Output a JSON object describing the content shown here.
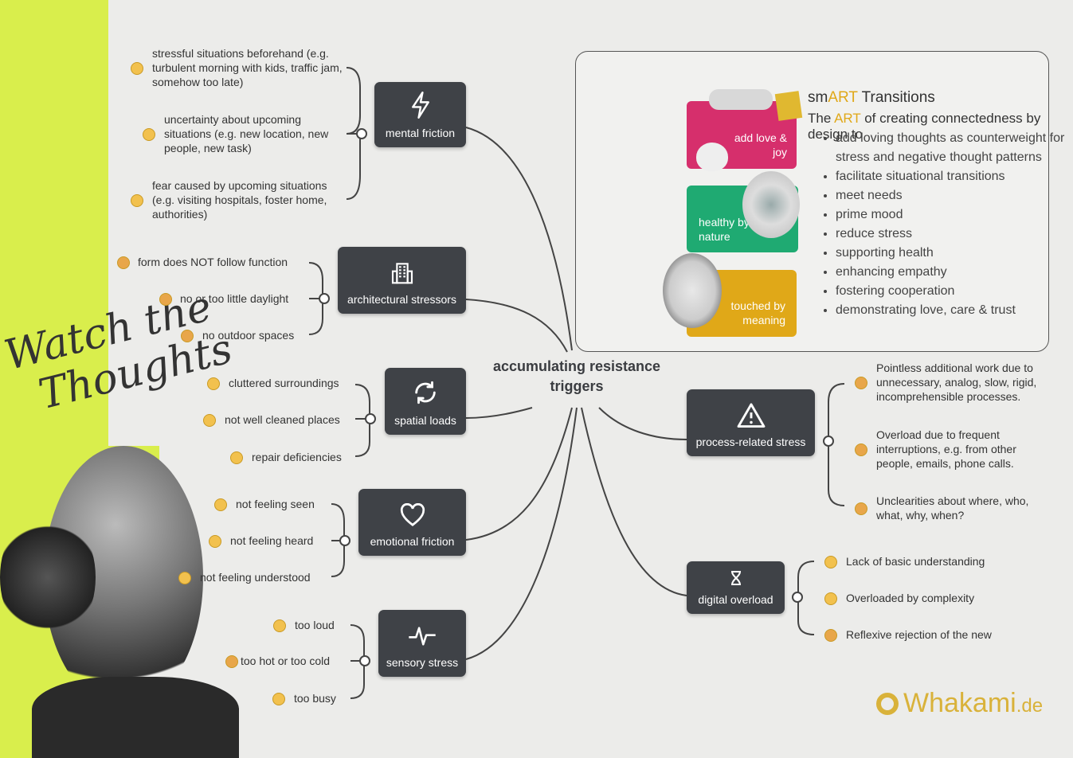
{
  "center": {
    "title": "accumulating resistance triggers"
  },
  "branches": {
    "mental": {
      "label": "mental friction",
      "icon": "lightning-icon",
      "leaves": [
        "stressful situations beforehand (e.g. turbulent morning with kids, traffic jam, somehow too late)",
        "uncertainty about upcoming situations (e.g. new location, new people, new task)",
        "fear caused by upcoming situations (e.g. visiting hospitals, foster home, authorities)"
      ]
    },
    "architectural": {
      "label": "architectural stressors",
      "icon": "building-icon",
      "leaves": [
        "form does NOT follow function",
        "no or too little daylight",
        "no outdoor spaces"
      ]
    },
    "spatial": {
      "label": "spatial loads",
      "icon": "refresh-icon",
      "leaves": [
        "cluttered surroundings",
        "not well cleaned places",
        "repair deficiencies"
      ]
    },
    "emotional": {
      "label": "emotional friction",
      "icon": "heart-icon",
      "leaves": [
        "not feeling seen",
        "not feeling heard",
        "not feeling understood"
      ]
    },
    "sensory": {
      "label": "sensory stress",
      "icon": "pulse-icon",
      "leaves": [
        "too loud",
        "too hot or too cold",
        "too busy"
      ]
    },
    "process": {
      "label": "process-related stress",
      "icon": "warning-icon",
      "leaves": [
        "Pointless additional work due to unnecessary, analog, slow, rigid, incomprehensible processes.",
        "Overload due to frequent interruptions, e.g. from other people, emails, phone calls.",
        "Unclearities about where, who, what, why, when?"
      ]
    },
    "digital": {
      "label": "digital overload",
      "icon": "hourglass-icon",
      "leaves": [
        "Lack of basic understanding",
        "Overloaded by complexity",
        "Reflexive rejection of the new"
      ]
    }
  },
  "smart": {
    "title_pre": "sm",
    "title_accent": "ART",
    "title_post": " Transitions",
    "subtitle_pre": "The ",
    "subtitle_accent": "ART",
    "subtitle_post": " of creating connectedness by design to",
    "items": [
      "add loving thoughts as counterweight for stress and negative thought patterns",
      "facilitate situational transitions",
      "meet needs",
      "prime mood",
      "reduce stress",
      "supporting health",
      "enhancing empathy",
      "fostering cooperation",
      "demonstrating love, care & trust"
    ],
    "cards": [
      {
        "label": "add love & joy",
        "color": "#d62f6c"
      },
      {
        "label": "healthy by nature",
        "color": "#1faa72"
      },
      {
        "label": "touched by meaning",
        "color": "#e0a818"
      }
    ]
  },
  "watch": {
    "line1": "Watch the",
    "line2": "Thoughts"
  },
  "logo": {
    "main": "Whakami",
    "suffix": ".de"
  },
  "colors": {
    "node": "#3f4247",
    "lime": "#d9ee4c",
    "pink": "#d62f6c",
    "green": "#1faa72",
    "gold": "#e0a818"
  }
}
